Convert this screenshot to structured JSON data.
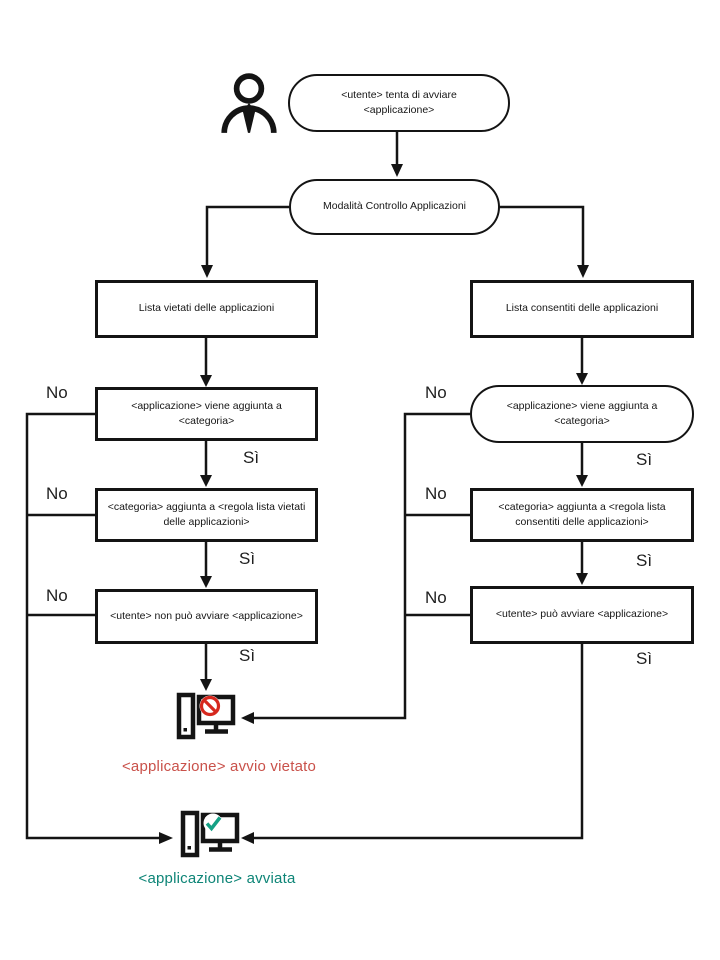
{
  "labels": {
    "no": "No",
    "yes": "Sì"
  },
  "nodes": {
    "start": "<utente> tenta di avviare <applicazione>",
    "mode": "Modalità Controllo Applicazioni",
    "denylist": "Lista vietati delle applicazioni",
    "allowlist": "Lista consentiti delle applicazioni",
    "deny_app_category": "<applicazione> viene aggiunta a <categoria>",
    "allow_app_category": "<applicazione> viene aggiunta a <categoria>",
    "deny_category_rule": "<categoria> aggiunta a <regola lista vietati delle applicazioni>",
    "allow_category_rule": "<categoria> aggiunta a <regola lista consentiti delle applicazioni>",
    "deny_user": "<utente> non può avviare <applicazione>",
    "allow_user": "<utente> può avviare <applicazione>"
  },
  "results": {
    "blocked": "<applicazione> avvio vietato",
    "started": "<applicazione> avviata"
  },
  "icons": {
    "user": "user-icon",
    "blocked_computer": "computer-blocked-icon",
    "prohibition": "prohibition-icon",
    "started_computer": "computer-started-icon",
    "check": "check-icon"
  },
  "colors": {
    "line": "#141414",
    "blocked_text": "#c9514a",
    "prohibition_red": "#d6281e",
    "started_text": "#0e8577",
    "check_teal": "#14a185"
  }
}
